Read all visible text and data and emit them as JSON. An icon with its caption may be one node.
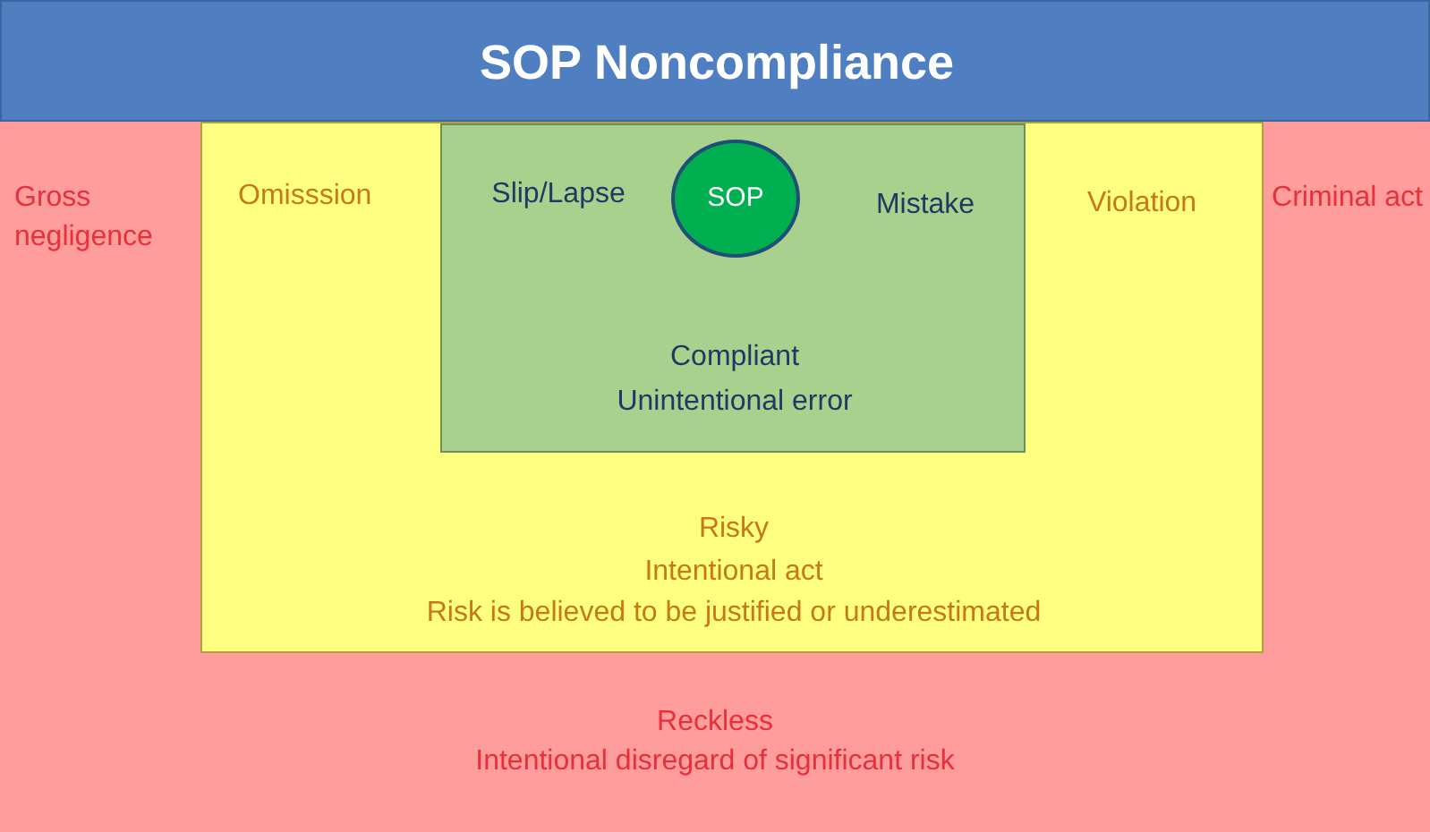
{
  "diagram": {
    "nodes": [
      {
        "text": [
          "SOP Noncompliance"
        ]
      },
      {
        "text": [
          "Gross negligence",
          "Criminal act",
          "Reckless",
          "Intentional disregard of significant risk"
        ]
      },
      {
        "text": [
          "Omisssion",
          "Violation",
          "Risky",
          "Intentional act",
          "Risk is believed to be justified or underestimated"
        ],
        "in": 1
      },
      {
        "text": [
          "Slip/Lapse",
          "Mistake",
          "Compliant",
          "Unintentional error"
        ],
        "in": 2
      },
      {
        "text": [
          "SOP"
        ],
        "in": 3
      }
    ],
    "edges": []
  }
}
